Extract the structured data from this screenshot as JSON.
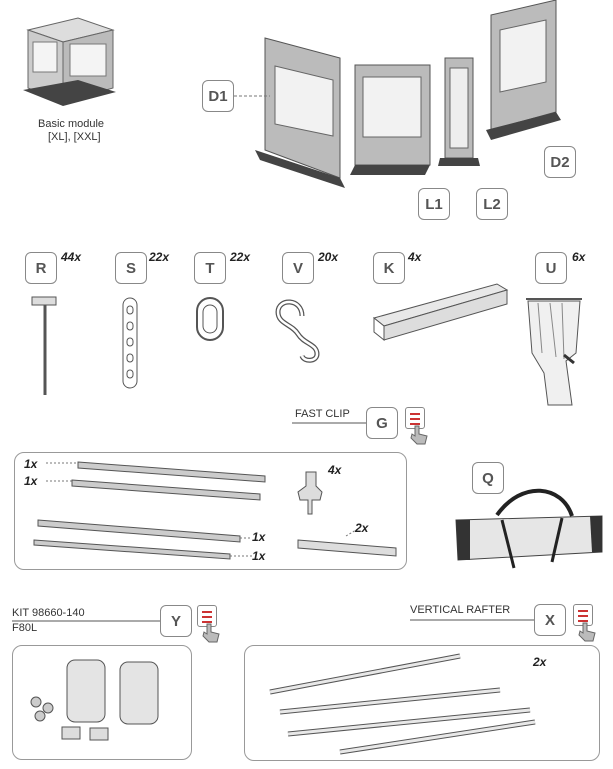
{
  "top": {
    "basic_module_caption": "Basic module",
    "basic_module_sizes": "[XL], [XXL]",
    "labels": {
      "d1": "D1",
      "d2": "D2",
      "l1": "L1",
      "l2": "L2"
    }
  },
  "parts": [
    {
      "code": "R",
      "qty": "44x",
      "icon": "peg-icon"
    },
    {
      "code": "S",
      "qty": "22x",
      "icon": "strap-icon"
    },
    {
      "code": "T",
      "qty": "22x",
      "icon": "ring-icon"
    },
    {
      "code": "V",
      "qty": "20x",
      "icon": "s-hook-icon"
    },
    {
      "code": "K",
      "qty": "4x",
      "icon": "bar-icon"
    },
    {
      "code": "U",
      "qty": "6x",
      "icon": "curtain-icon"
    }
  ],
  "fast_clip": {
    "title": "FAST CLIP",
    "code": "G",
    "rail_qty": [
      "1x",
      "1x",
      "1x",
      "1x"
    ],
    "clip_qty": "4x",
    "connector_qty": "2x"
  },
  "bag": {
    "code": "Q"
  },
  "kit": {
    "title": "KIT 98660-140",
    "subtitle": "F80L",
    "code": "Y"
  },
  "rafter": {
    "title": "VERTICAL RAFTER",
    "code": "X",
    "qty": "2x"
  }
}
